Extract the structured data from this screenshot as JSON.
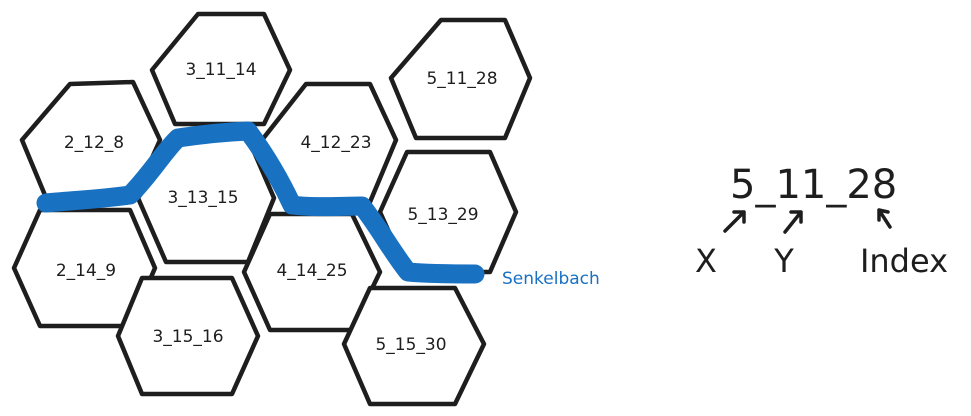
{
  "hexes": [
    {
      "label": "3_11_14"
    },
    {
      "label": "5_11_28"
    },
    {
      "label": "2_12_8"
    },
    {
      "label": "4_12_23"
    },
    {
      "label": "3_13_15"
    },
    {
      "label": "5_13_29"
    },
    {
      "label": "2_14_9"
    },
    {
      "label": "4_14_25"
    },
    {
      "label": "3_15_16"
    },
    {
      "label": "5_15_30"
    }
  ],
  "river": {
    "label": "Senkelbach",
    "color": "#1971c2"
  },
  "legend": {
    "code": "5_11_28",
    "parts": {
      "x": "X",
      "y": "Y",
      "index": "Index"
    }
  }
}
